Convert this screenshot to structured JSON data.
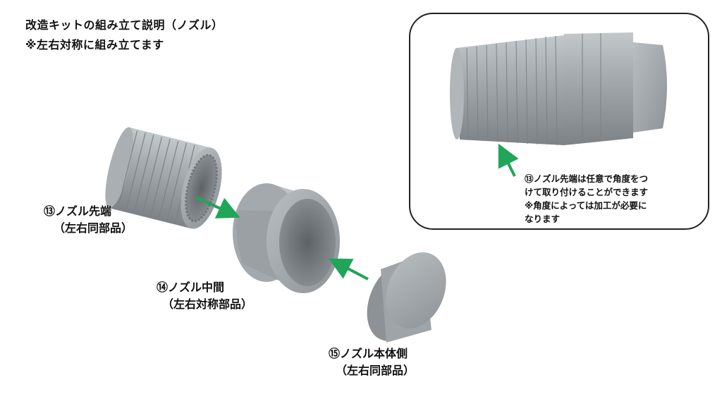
{
  "heading": {
    "line1": "改造キットの組み立て説明（ノズル）",
    "line2": "※左右対称に組み立てます"
  },
  "parts": [
    {
      "name": "⑬ノズル先端",
      "sub": "（左右同部品）"
    },
    {
      "name": "⑭ノズル中間",
      "sub": "（左右対称部品）"
    },
    {
      "name": "⑮ノズル本体側",
      "sub": "（左右同部品）"
    }
  ],
  "callout_note": {
    "lines": [
      "⑬ノズル先端は任意で角度をつ",
      "けて取り付けることができます",
      "※角度によっては加工が必要に",
      "なります"
    ]
  },
  "colors": {
    "part_gray": "#9aa0a4",
    "part_dark": "#6f7478",
    "arrow_green": "#21a55a",
    "border": "#222222"
  }
}
